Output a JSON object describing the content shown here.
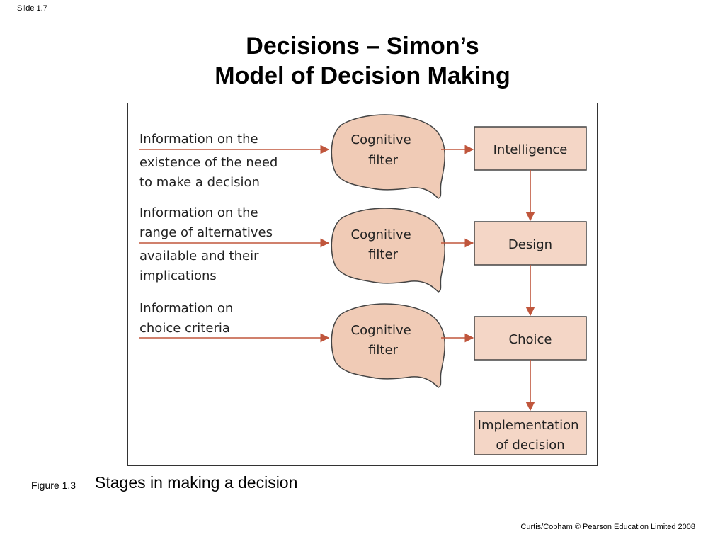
{
  "slide_number": "Slide 1.7",
  "title_line1": "Decisions – Simon’s",
  "title_line2": "Model of Decision Making",
  "diagram": {
    "inputs": [
      [
        "Information on the",
        "existence of the need",
        "to make a decision"
      ],
      [
        "Information on the",
        "range of alternatives",
        "available and their",
        "implications"
      ],
      [
        "Information on",
        "choice criteria"
      ]
    ],
    "filters": [
      [
        "Cognitive",
        "filter"
      ],
      [
        "Cognitive",
        "filter"
      ],
      [
        "Cognitive",
        "filter"
      ]
    ],
    "stages": [
      [
        "Intelligence"
      ],
      [
        "Design"
      ],
      [
        "Choice"
      ],
      [
        "Implementation",
        "of decision"
      ]
    ],
    "colors": {
      "box_fill": "#f4d6c6",
      "blob_fill": "#f0cbb6",
      "stroke": "#444444",
      "arrow": "#c0563c"
    }
  },
  "figure_label": "Figure 1.3",
  "caption": "Stages in making a decision",
  "copyright": "Curtis/Cobham © Pearson Education Limited 2008"
}
